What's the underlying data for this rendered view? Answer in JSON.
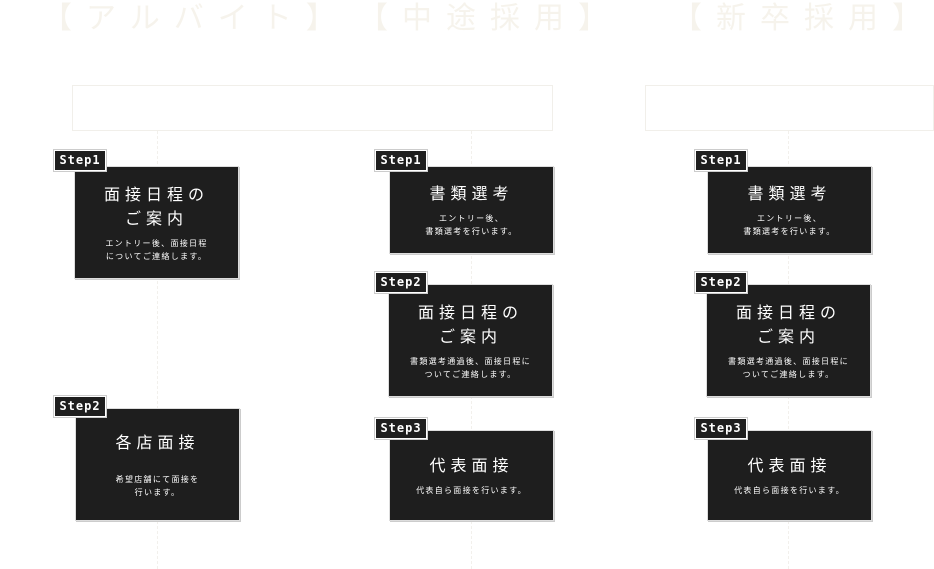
{
  "headings": [
    "【アルバイト】",
    "【中途採用】",
    "【新卒採用】"
  ],
  "part_time": [
    {
      "step": "Step1",
      "title": "面接日程の\nご案内",
      "desc": "エントリー後、面接日程\nについてご連絡します。"
    },
    {
      "step": "Step2",
      "title": "各店面接",
      "desc": "希望店舗にて面接を\n行います。"
    }
  ],
  "mid_career": [
    {
      "step": "Step1",
      "title": "書類選考",
      "desc": "エントリー後、\n書類選考を行います。"
    },
    {
      "step": "Step2",
      "title": "面接日程の\nご案内",
      "desc": "書類選考通過後、面接日程に\nついてご連絡します。"
    },
    {
      "step": "Step3",
      "title": "代表面接",
      "desc": "代表自ら面接を行います。"
    }
  ],
  "new_grad": [
    {
      "step": "Step1",
      "title": "書類選考",
      "desc": "エントリー後、\n書類選考を行います。"
    },
    {
      "step": "Step2",
      "title": "面接日程の\nご案内",
      "desc": "書類選考通過後、面接日程に\nついてご連絡します。"
    },
    {
      "step": "Step3",
      "title": "代表面接",
      "desc": "代表自ら面接を行います。"
    }
  ]
}
